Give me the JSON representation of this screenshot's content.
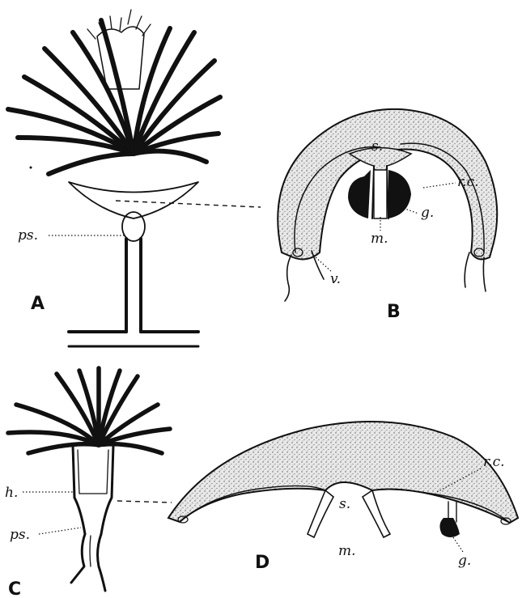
{
  "panels": {
    "a": "A",
    "b": "B",
    "c": "C",
    "d": "D"
  },
  "labels": {
    "a_ps": "ps.",
    "b_s": "s.",
    "b_rc": "r.c.",
    "b_g": "g.",
    "b_m": "m.",
    "b_v": "v.",
    "c_h": "h.",
    "c_ps": "ps.",
    "d_rc": "r.c.",
    "d_s": "s.",
    "d_m": "m.",
    "d_g": "g."
  }
}
